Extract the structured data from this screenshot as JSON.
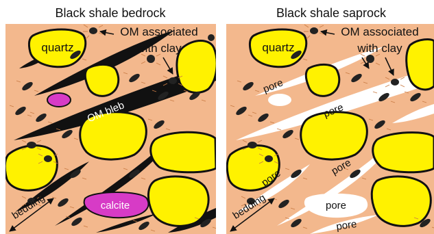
{
  "colors": {
    "matrix": "#f3b88d",
    "quartz": "#fff200",
    "calcite": "#d73bc6",
    "organic_matter": "#111111",
    "pore": "#ffffff",
    "clay": "#c97b44"
  },
  "panels": {
    "bedrock": {
      "title": "Black shale bedrock",
      "labels": {
        "quartz": "quartz",
        "om_clay_line1": "OM associated",
        "om_clay_line2": "with clay",
        "om_bleb": "OM bleb",
        "calcite": "calcite",
        "bedding": "bedding"
      }
    },
    "saprock": {
      "title": "Black shale saprock",
      "labels": {
        "quartz": "quartz",
        "om_clay_line1": "OM associated",
        "om_clay_line2": "with clay",
        "pore": "pore",
        "bedding": "bedding"
      }
    }
  }
}
